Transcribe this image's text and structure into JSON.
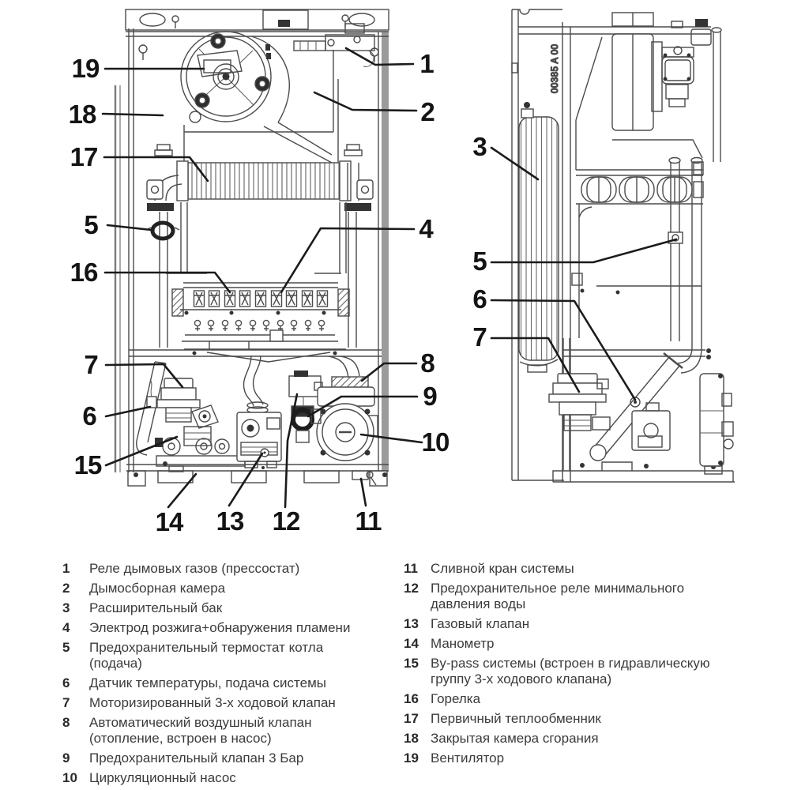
{
  "figure": {
    "description": "Схема внутреннего устройства газового котла: вид спереди и вид сбоку",
    "front_view": {
      "left_callouts": [
        "19",
        "18",
        "17",
        "5",
        "16",
        "7",
        "6",
        "15"
      ],
      "right_callouts": [
        "1",
        "2",
        "4",
        "8",
        "9",
        "10"
      ],
      "bottom_callouts": [
        "14",
        "13",
        "12",
        "11"
      ]
    },
    "side_view": {
      "callouts": [
        "3",
        "5",
        "6",
        "7"
      ],
      "plate_code": "00385 A 00"
    }
  },
  "legend": {
    "left": [
      {
        "num": "1",
        "text": "Реле дымовых газов (прессостат)"
      },
      {
        "num": "2",
        "text": "Дымосборная камера"
      },
      {
        "num": "3",
        "text": "Расширительный бак"
      },
      {
        "num": "4",
        "text": "Электрод розжига+обнаружения пламени"
      },
      {
        "num": "5",
        "text": "Предохранительный термостат котла (подача)"
      },
      {
        "num": "6",
        "text": "Датчик температуры, подача системы"
      },
      {
        "num": "7",
        "text": "Моторизированный 3-х ходовой клапан"
      },
      {
        "num": "8",
        "text": "Автоматический воздушный клапан (отопление, встроен в насос)"
      },
      {
        "num": "9",
        "text": "Предохранительный клапан 3 Бар"
      },
      {
        "num": "10",
        "text": "Циркуляционный насос"
      }
    ],
    "right": [
      {
        "num": "11",
        "text": "Сливной кран системы"
      },
      {
        "num": "12",
        "text": "Предохранительное реле минимального давления воды"
      },
      {
        "num": "13",
        "text": "Газовый клапан"
      },
      {
        "num": "14",
        "text": "Манометр"
      },
      {
        "num": "15",
        "text": "By-pass системы (встроен в гидравлическую группу 3-х ходового клапана)"
      },
      {
        "num": "16",
        "text": "Горелка"
      },
      {
        "num": "17",
        "text": "Первичный теплообменник"
      },
      {
        "num": "18",
        "text": "Закрытая камера сгорания"
      },
      {
        "num": "19",
        "text": "Вентилятор"
      }
    ]
  }
}
